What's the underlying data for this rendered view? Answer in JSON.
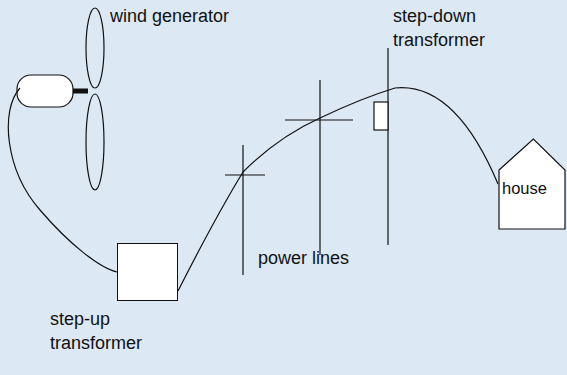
{
  "diagram": {
    "nodes": [
      {
        "text": [
          "step-up transformer"
        ]
      },
      {
        "text": [
          "house"
        ]
      }
    ],
    "edges": [
      {
        "from": 0,
        "to": 1,
        "arrow": "none"
      }
    ],
    "labels": [
      "wind generator",
      "power lines",
      "step-down transformer"
    ]
  }
}
